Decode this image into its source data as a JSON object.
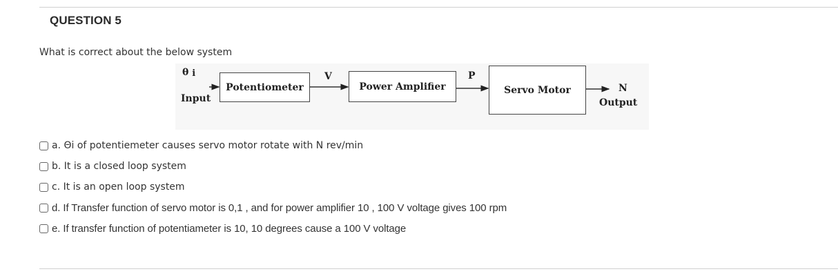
{
  "question": {
    "title": "QUESTION 5",
    "text": "What is  correct about the below system"
  },
  "diagram": {
    "input_symbol": "θ",
    "input_subscript": "i",
    "input_label": "Input",
    "blocks": [
      "Potentiometer",
      "Power Amplifier",
      "Servo Motor"
    ],
    "signals": [
      "V",
      "P"
    ],
    "output_symbol": "N",
    "output_label": "Output"
  },
  "options": [
    {
      "label": "a. Θi of potentiemeter  causes servo motor rotate with N rev/min",
      "checked": false
    },
    {
      "label": "b. It is a closed loop system",
      "checked": false
    },
    {
      "label": "c. It is an open loop system",
      "checked": false
    },
    {
      "label": "d. If Transfer function of servo motor is 0,1 , and for power amplifier 10 , 100 V voltage gives 100 rpm",
      "checked": false
    },
    {
      "label": "e. If transfer function of potentiameter is 10, 10 degrees cause a 100 V voltage",
      "checked": false
    }
  ]
}
